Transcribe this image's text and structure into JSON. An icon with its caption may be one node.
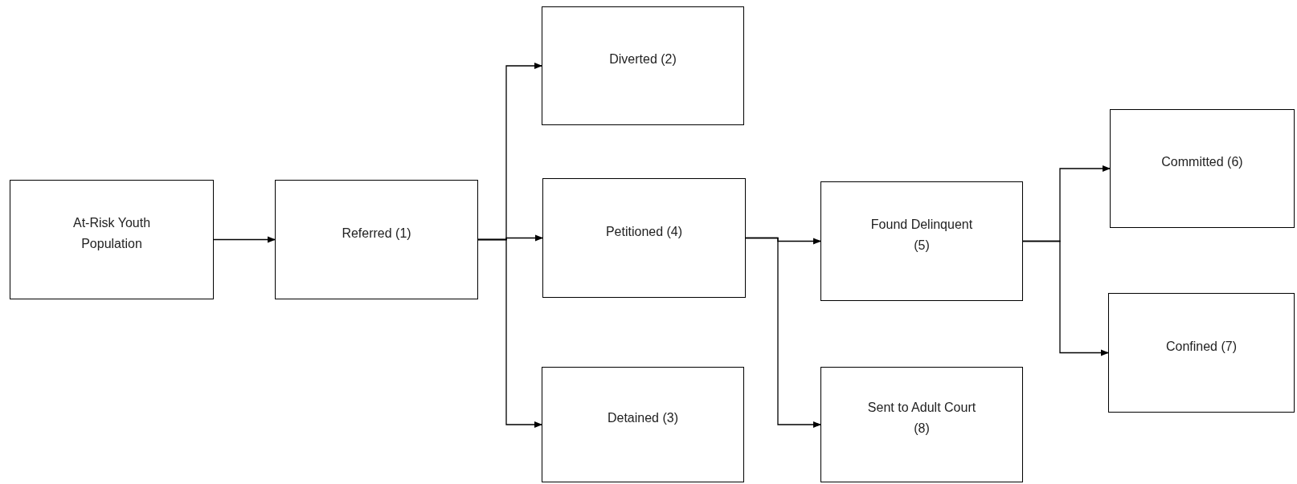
{
  "diagram": {
    "nodes": [
      {
        "text": [
          "At-Risk Youth Population"
        ]
      },
      {
        "text": [
          "Referred (1)"
        ]
      },
      {
        "text": [
          "Diverted (2)"
        ]
      },
      {
        "text": [
          "Petitioned (4)"
        ]
      },
      {
        "text": [
          "Detained (3)"
        ]
      },
      {
        "text": [
          "Found Delinquent (5)"
        ]
      },
      {
        "text": [
          "Sent to Adult Court (8)"
        ]
      },
      {
        "text": [
          "Committed (6)"
        ]
      },
      {
        "text": [
          "Confined (7)"
        ]
      }
    ],
    "edges": [
      {
        "from": 0,
        "to": 1,
        "arrow": "to"
      },
      {
        "from": 1,
        "to": 2,
        "arrow": "to"
      },
      {
        "from": 1,
        "to": 3,
        "arrow": "to"
      },
      {
        "from": 1,
        "to": 4,
        "arrow": "to"
      },
      {
        "from": 3,
        "to": 5,
        "arrow": "to"
      },
      {
        "from": 3,
        "to": 6,
        "arrow": "to"
      },
      {
        "from": 5,
        "to": 7,
        "arrow": "to"
      },
      {
        "from": 5,
        "to": 8,
        "arrow": "to"
      }
    ]
  }
}
